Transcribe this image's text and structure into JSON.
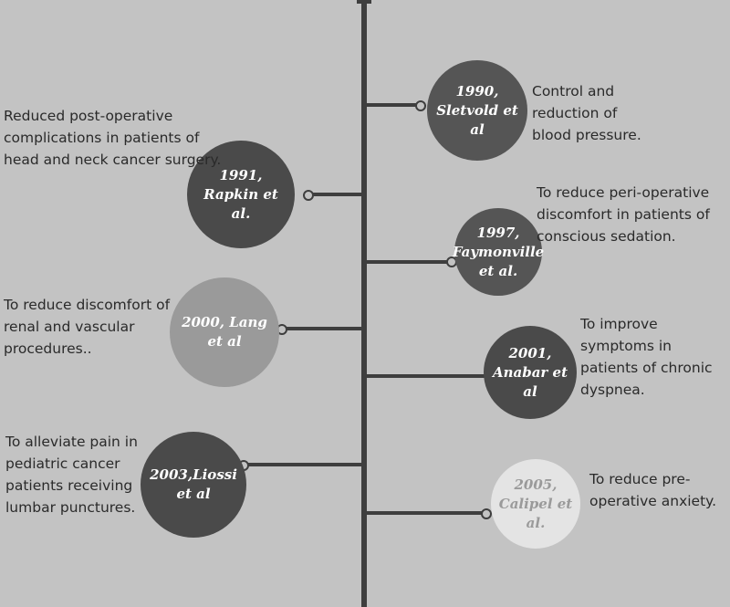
{
  "timeline": {
    "entries": [
      {
        "id": "1990",
        "label": "1990, Sletvold et al",
        "description": "Control and reduction of blood pressure."
      },
      {
        "id": "1991",
        "label": "1991, Rapkin et al.",
        "description": "Reduced post-operative complications in patients of head and neck cancer surgery."
      },
      {
        "id": "1997",
        "label": "1997, Faymonville et al.",
        "description": "To reduce peri-operative discomfort in patients of conscious sedation."
      },
      {
        "id": "2000",
        "label": "2000, Lang et al",
        "description": "To reduce discomfort of renal and vascular procedures.."
      },
      {
        "id": "2001",
        "label": "2001, Anabar et al",
        "description": "To improve symptoms in patients of chronic dyspnea."
      },
      {
        "id": "2003",
        "label": "2003,Liossi et al",
        "description": "To alleviate pain in pediatric cancer patients receiving lumbar punctures."
      },
      {
        "id": "2005",
        "label": "2005, Calipel et al.",
        "description": "To reduce pre-operative anxiety."
      }
    ]
  },
  "colors": {
    "background": "#c3c3c3",
    "axis": "#3e3e3e",
    "circle_dark": "#4a4a4a",
    "circle_mid": "#555555",
    "circle_light": "#9a9a9a",
    "circle_faint": "#e4e4e4"
  }
}
